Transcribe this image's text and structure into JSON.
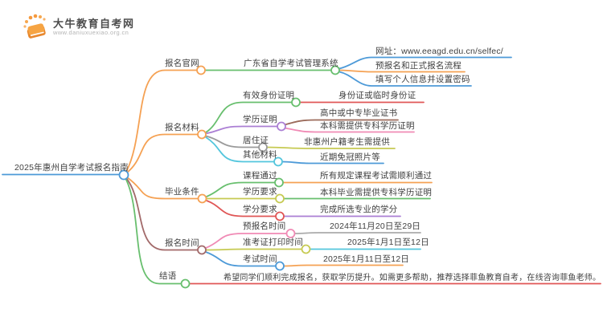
{
  "logo": {
    "title": "大牛教育自考网",
    "site": "www.daniuxuexiao.org.cn"
  },
  "mindmap": {
    "root_label": "2025年惠州自学考试报名指南",
    "branches": [
      {
        "label": "报名官网",
        "children": [
          {
            "label": "广东省自学考试管理系统",
            "children": [
              {
                "label": "网址：www.eeagd.edu.cn/selfec/"
              },
              {
                "label": "预报名和正式报名流程"
              },
              {
                "label": "填写个人信息并设置密码"
              }
            ]
          }
        ]
      },
      {
        "label": "报名材料",
        "children": [
          {
            "label": "有效身份证明",
            "children": [
              {
                "label": "身份证或临时身份证"
              }
            ]
          },
          {
            "label": "学历证明",
            "children": [
              {
                "label": "高中或中专毕业证书"
              },
              {
                "label": "本科需提供专科学历证明"
              }
            ]
          },
          {
            "label": "居住证",
            "children": [
              {
                "label": "非惠州户籍考生需提供"
              }
            ]
          },
          {
            "label": "其他材料",
            "children": [
              {
                "label": "近期免冠照片等"
              }
            ]
          }
        ]
      },
      {
        "label": "毕业条件",
        "children": [
          {
            "label": "课程通过",
            "children": [
              {
                "label": "所有规定课程考试需顺利通过"
              }
            ]
          },
          {
            "label": "学历要求",
            "children": [
              {
                "label": "本科毕业需提供专科学历证明"
              }
            ]
          },
          {
            "label": "学分要求",
            "children": [
              {
                "label": "完成所选专业的学分"
              }
            ]
          }
        ]
      },
      {
        "label": "报名时间",
        "children": [
          {
            "label": "预报名时间",
            "children": [
              {
                "label": "2024年11月20日至29日"
              }
            ]
          },
          {
            "label": "准考证打印时间",
            "children": [
              {
                "label": "2025年1月1日至12日"
              }
            ]
          },
          {
            "label": "考试时间",
            "children": [
              {
                "label": "2025年1月11日至12日"
              }
            ]
          }
        ]
      },
      {
        "label": "结语",
        "children": [
          {
            "label": "希望同学们顺利完成报名，获取学历提升。如需更多帮助，推荐选择菲鱼教育自考，在线咨询菲鱼老师。"
          }
        ]
      }
    ]
  },
  "colors": {
    "blue": "#4D9AD8",
    "orange": "#F5A153",
    "green": "#68BF6E",
    "purple": "#AB7FD4",
    "gray": "#9A9A9A",
    "cyan": "#54C6DD",
    "brown": "#9C6B5B",
    "pink": "#F08AB5",
    "red": "#E05656",
    "olive": "#C6CA52",
    "maroon": "#A26A6A",
    "logo_orange": "#F59A3E"
  }
}
